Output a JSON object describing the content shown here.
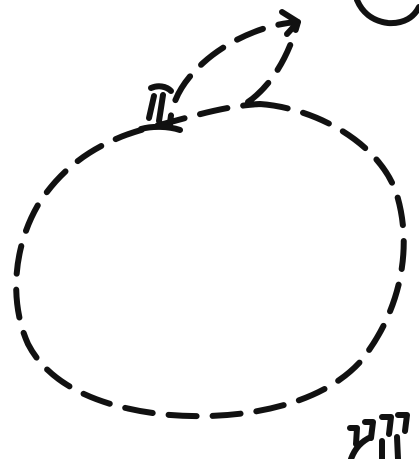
{
  "ink_color": "#111111",
  "background_color": "#ffffff",
  "shapes": [
    "large-dashed-loop",
    "dashed-leaf-loop",
    "arrowhead",
    "edge-circle-fragment",
    "tick-marks-top-left",
    "tick-marks-bottom-right",
    "curve-fragment-bottom-right"
  ]
}
